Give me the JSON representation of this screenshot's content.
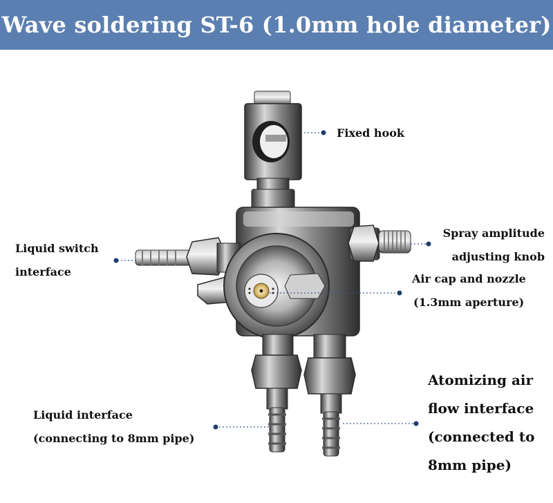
{
  "header": {
    "title": "Wave soldering ST-6 (1.0mm hole diameter)",
    "background_color": "#5b7fb0"
  },
  "labels": {
    "fixed_hook": "Fixed hook",
    "spray_knob_line1": "Spray amplitude",
    "spray_knob_line2": "adjusting knob",
    "liquid_switch_line1": "Liquid switch",
    "liquid_switch_line2": "interface",
    "air_cap_line1": "Air cap and nozzle",
    "air_cap_line2": "(1.3mm aperture)",
    "liquid_interface_line1": "Liquid interface",
    "liquid_interface_line2": "(connecting to 8mm pipe)",
    "air_flow_line1": "Atomizing air",
    "air_flow_line2": "flow interface",
    "air_flow_line3": "(connected to",
    "air_flow_line4": "8mm pipe)"
  },
  "colors": {
    "leader": "#3a5a8c",
    "metal_dark": "#3c3c3c",
    "metal_mid": "#8a8a8a",
    "metal_light": "#d9d9d9",
    "nozzle_brass": "#d8b76a"
  }
}
